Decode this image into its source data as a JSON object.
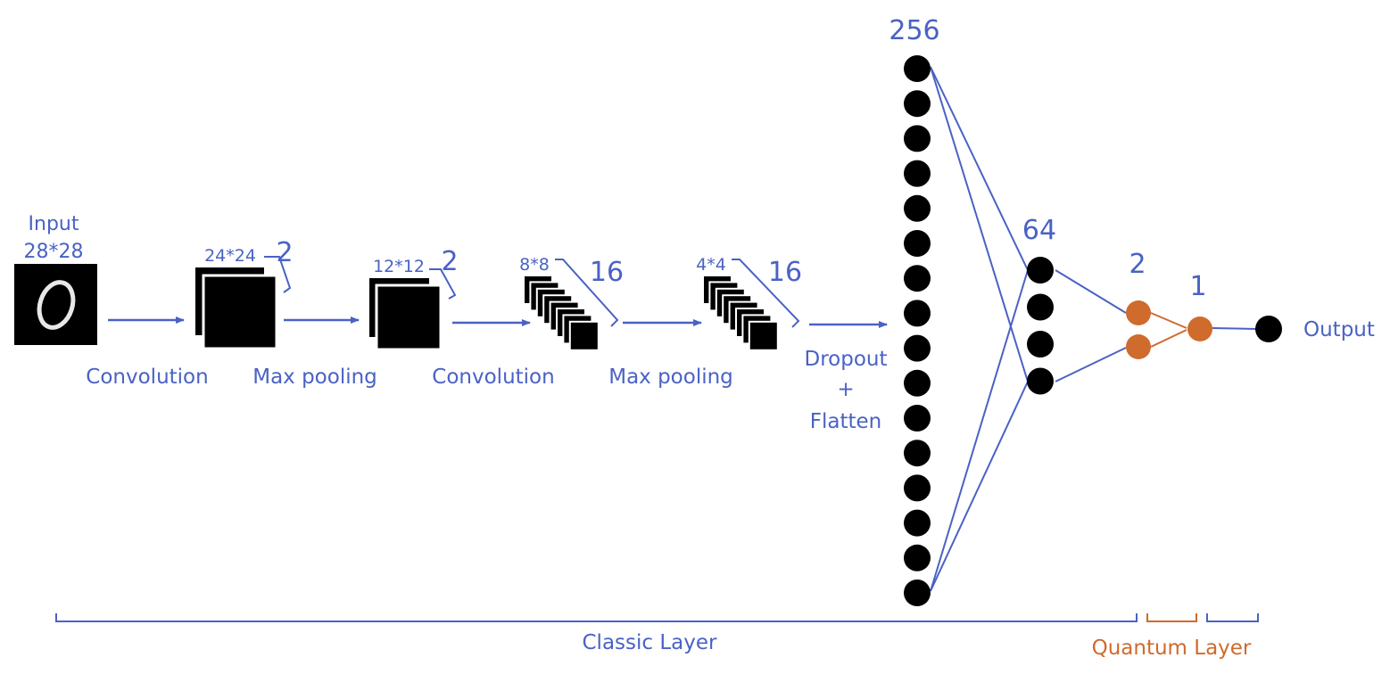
{
  "colors": {
    "classic": "#4a62c4",
    "quantum": "#cf6b2c",
    "node": "#000000"
  },
  "input": {
    "title": "Input",
    "size": "28*28",
    "digit_image": "handwritten-zero"
  },
  "feature_maps": [
    {
      "size": "24*24",
      "depth": "2"
    },
    {
      "size": "12*12",
      "depth": "2"
    },
    {
      "size": "8*8",
      "depth": "16"
    },
    {
      "size": "4*4",
      "depth": "16"
    }
  ],
  "operations": {
    "conv1": "Convolution",
    "pool1": "Max pooling",
    "conv2": "Convolution",
    "pool2": "Max pooling",
    "dropout_line1": "Dropout",
    "dropout_line2": "+",
    "dropout_line3": "Flatten"
  },
  "layers": {
    "dense1_size": "256",
    "dense2_size": "64",
    "quantum_in_size": "2",
    "quantum_out_size": "1",
    "output_label": "Output"
  },
  "brackets": {
    "classic_label": "Classic Layer",
    "quantum_label": "Quantum Layer"
  }
}
